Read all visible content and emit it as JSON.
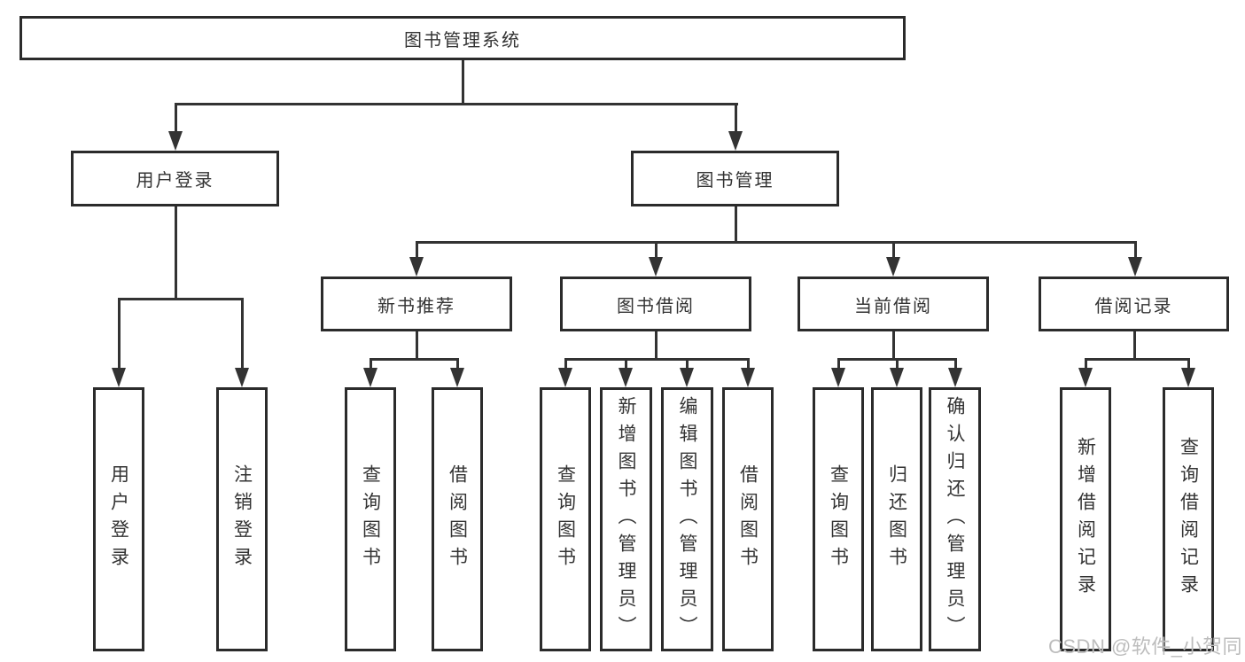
{
  "diagram": {
    "root": {
      "label": "图书管理系统",
      "children": [
        {
          "label": "用户登录",
          "children": [
            {
              "label": "用户登录"
            },
            {
              "label": "注销登录"
            }
          ]
        },
        {
          "label": "图书管理",
          "children": [
            {
              "label": "新书推荐",
              "children": [
                {
                  "label": "查询图书"
                },
                {
                  "label": "借阅图书"
                }
              ]
            },
            {
              "label": "图书借阅",
              "children": [
                {
                  "label": "查询图书"
                },
                {
                  "label": "新增图书（管理员）"
                },
                {
                  "label": "编辑图书（管理员）"
                },
                {
                  "label": "借阅图书"
                }
              ]
            },
            {
              "label": "当前借阅",
              "children": [
                {
                  "label": "查询图书"
                },
                {
                  "label": "归还图书"
                },
                {
                  "label": "确认归还（管理员）"
                }
              ]
            },
            {
              "label": "借阅记录",
              "children": [
                {
                  "label": "新增借阅记录"
                },
                {
                  "label": "查询借阅记录"
                }
              ]
            }
          ]
        }
      ]
    }
  },
  "watermark": {
    "text": "CSDN @软件_小贺同学"
  },
  "colors": {
    "line": "#333333",
    "box_border": "#2b2b2b",
    "text": "#333333",
    "watermark": "#bdbdbd",
    "background": "#ffffff"
  }
}
